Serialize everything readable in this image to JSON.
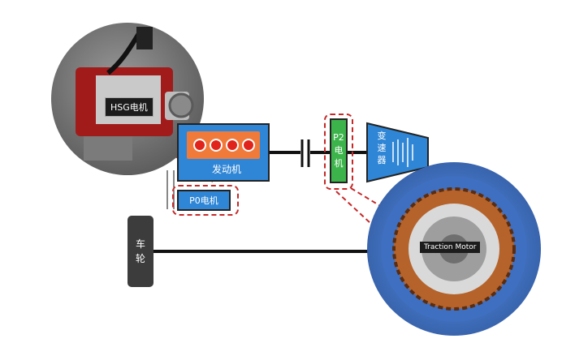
{
  "diagram": {
    "engine_label": "发动机",
    "p0_label": "P0电机",
    "p2_label": "P2\n电\n机",
    "transmission_label": "变\n速\n器",
    "wheel_label": "车\n轮",
    "hsg_label": "HSG电机",
    "traction_label": "Traction Motor"
  },
  "colors": {
    "blue": "#2f86d6",
    "orange": "#f07a3a",
    "red": "#e0231b",
    "green": "#3cb44b",
    "dark": "#3c3c3c",
    "dash_red": "#c62828"
  }
}
